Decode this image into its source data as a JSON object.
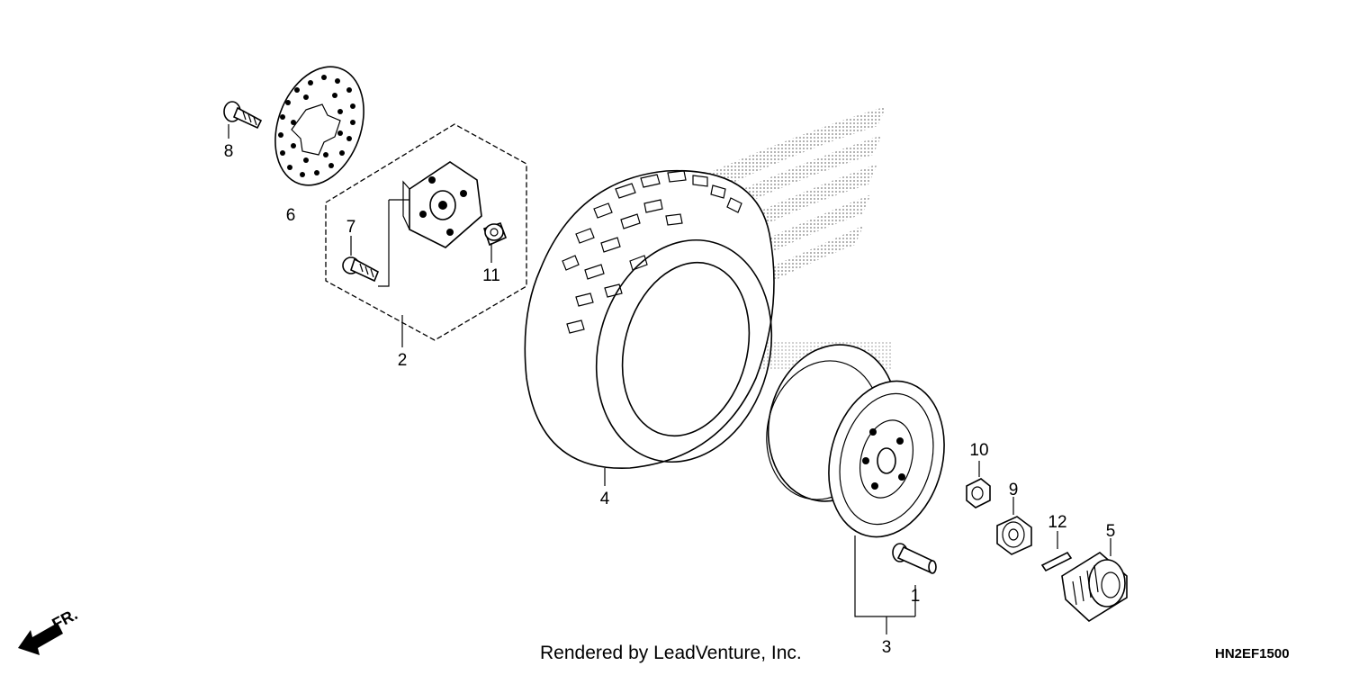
{
  "diagram": {
    "callouts": [
      {
        "id": "c1",
        "text": "1"
      },
      {
        "id": "c2",
        "text": "2"
      },
      {
        "id": "c3",
        "text": "3"
      },
      {
        "id": "c4",
        "text": "4"
      },
      {
        "id": "c5",
        "text": "5"
      },
      {
        "id": "c6",
        "text": "6"
      },
      {
        "id": "c7",
        "text": "7"
      },
      {
        "id": "c8",
        "text": "8"
      },
      {
        "id": "c9",
        "text": "9"
      },
      {
        "id": "c10",
        "text": "10"
      },
      {
        "id": "c11",
        "text": "11"
      },
      {
        "id": "c12",
        "text": "12"
      }
    ],
    "direction_label": "FR.",
    "credit": "Rendered by LeadVenture, Inc.",
    "diagram_code": "HN2EF1500",
    "colors": {
      "line": "#000000",
      "watermark": "#bdbdbd",
      "background": "#ffffff"
    },
    "icons": [
      "forward-arrow-icon",
      "honda-wing-watermark"
    ]
  }
}
